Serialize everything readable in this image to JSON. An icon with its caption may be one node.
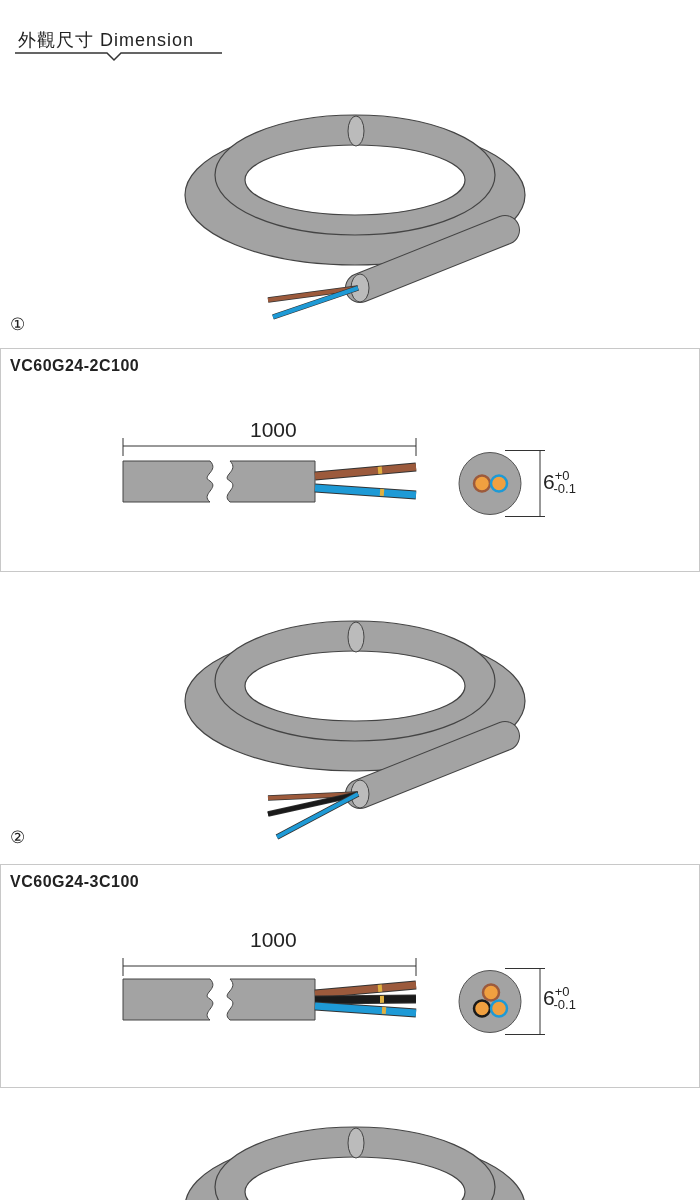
{
  "diagram": {
    "title": "外觀尺寸 Dimension",
    "labels": [
      "①",
      "VC60G24-2C100",
      "1000",
      "6$^{+0}$$_{-0.1}$",
      "②",
      "VC60G24-3C100",
      "1000",
      "6$^{+0}$$_{-0.1}$"
    ]
  }
}
